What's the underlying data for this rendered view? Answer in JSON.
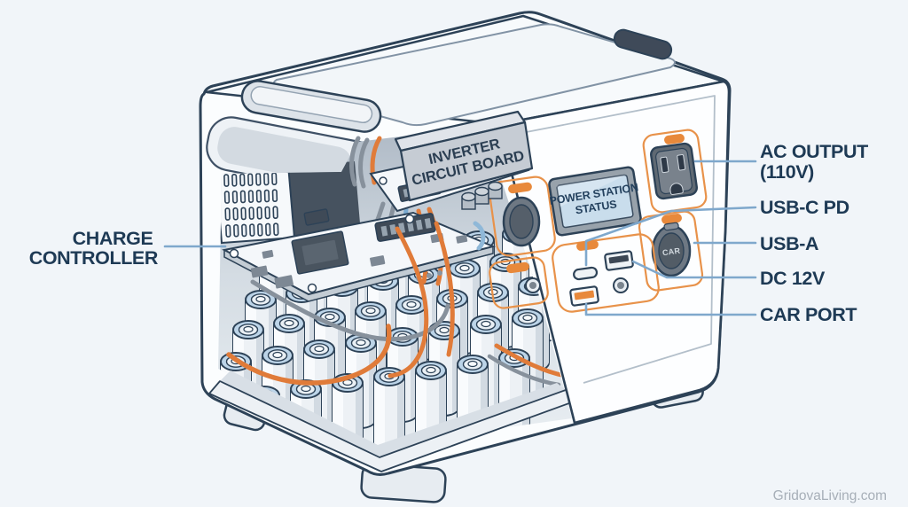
{
  "diagram": {
    "subject": "portable power station cutaway illustration",
    "labels": {
      "charge_controller_line1": "CHARGE",
      "charge_controller_line2": "CONTROLLER",
      "inverter_line1": "INVERTER",
      "inverter_line2": "CIRCUIT BOARD",
      "screen_line1": "POWER STATION",
      "screen_line2": "STATUS",
      "ac_output_line1": "AC OUTPUT",
      "ac_output_line2": "(110V)",
      "usb_c": "USB-C PD",
      "usb_a": "USB-A",
      "dc_12v": "DC 12V",
      "car_port": "CAR PORT",
      "car_socket": "CAR"
    },
    "watermark": "GridovaLiving.com",
    "colors": {
      "background": "#f1f5f9",
      "outline_navy": "#2d4257",
      "label_navy": "#1e3a55",
      "accent_orange": "#e8893b",
      "panel_outline_orange": "#e8924a",
      "leader_blue": "#7fa8cc",
      "screen_blue": "#c9ddec",
      "battery_ring_blue": "#bcd4e8",
      "port_gray": "#6e7883"
    }
  }
}
